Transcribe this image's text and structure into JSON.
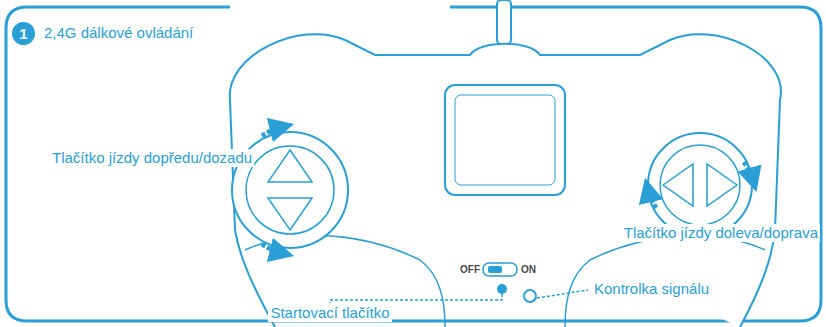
{
  "diagram": {
    "title": "2,4G dálkové ovládání",
    "nodes": [
      {
        "text": [
          "1"
        ]
      }
    ],
    "labels": [
      "Tlačítko jízdy dopředu/dozadu",
      "Tlačítko jízdy doleva/doprava",
      "OFF",
      "ON",
      "Startovací tlačítko",
      "Kontrolka signálu"
    ]
  }
}
